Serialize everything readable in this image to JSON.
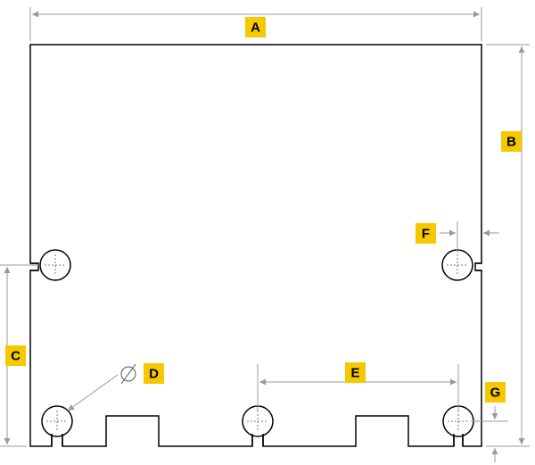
{
  "labels": {
    "a": "A",
    "b": "B",
    "c": "C",
    "d": "D",
    "e": "E",
    "f": "F",
    "g": "G"
  },
  "colors": {
    "label_fill": "#f5c800",
    "dimension_line": "#9a9a9a",
    "outline": "#000000"
  }
}
